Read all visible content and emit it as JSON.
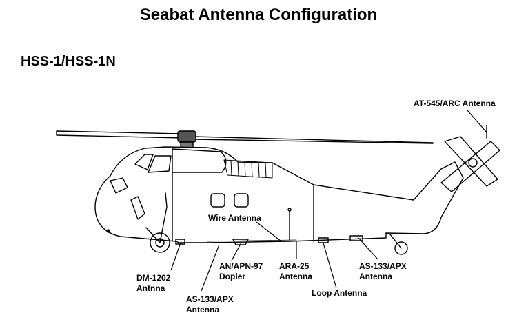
{
  "title": "Seabat Antenna Configuration",
  "subtitle": "HSS-1/HSS-1N",
  "labels": {
    "at545": "AT-545/ARC Antenna",
    "wire": "Wire Antenna",
    "anapn97_l1": "AN/APN-97",
    "anapn97_l2": "Dopler",
    "ara25_l1": "ARA-25",
    "ara25_l2": "Antenna",
    "as133_right_l1": "AS-133/APX",
    "as133_right_l2": "Antenna",
    "dm1202_l1": "DM-1202",
    "dm1202_l2": "Antnna",
    "as133_left_l1": "AS-133/APX",
    "as133_left_l2": "Antenna",
    "loop": "Loop Antenna"
  }
}
